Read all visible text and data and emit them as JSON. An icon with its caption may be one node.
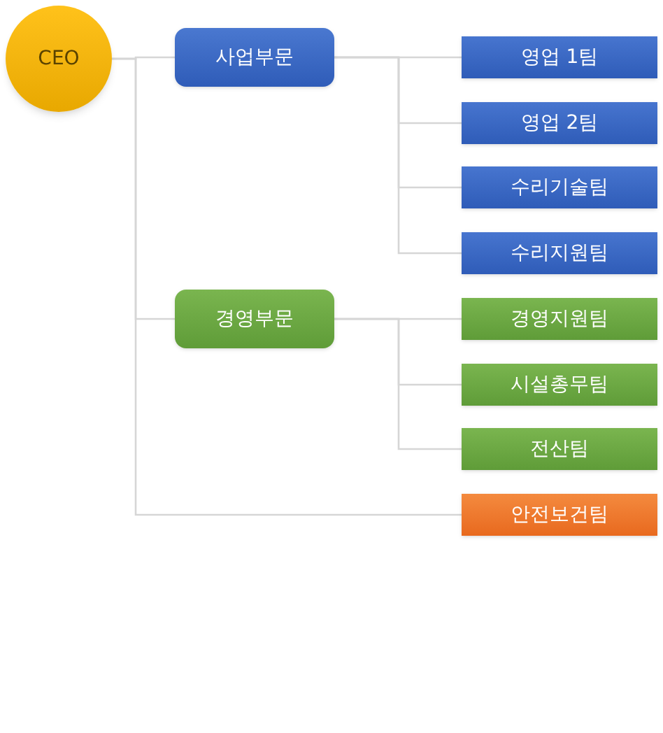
{
  "diagram": {
    "nodes": [
      {
        "text": [
          "CEO"
        ]
      },
      {
        "text": [
          "사업부문"
        ]
      },
      {
        "text": [
          "영업 1팀"
        ]
      },
      {
        "text": [
          "영업 2팀"
        ]
      },
      {
        "text": [
          "수리기술팀"
        ]
      },
      {
        "text": [
          "수리지원팀"
        ]
      },
      {
        "text": [
          "경영부문"
        ]
      },
      {
        "text": [
          "경영지원팀"
        ]
      },
      {
        "text": [
          "시설총무팀"
        ]
      },
      {
        "text": [
          "전산팀"
        ]
      },
      {
        "text": [
          "안전보건팀"
        ]
      }
    ],
    "edges": [
      {
        "from": 0,
        "to": 1,
        "arrow": "none"
      },
      {
        "from": 0,
        "to": 6,
        "arrow": "none"
      },
      {
        "from": 0,
        "to": 10,
        "arrow": "none"
      },
      {
        "from": 1,
        "to": 2,
        "arrow": "none"
      },
      {
        "from": 1,
        "to": 3,
        "arrow": "none"
      },
      {
        "from": 1,
        "to": 4,
        "arrow": "none"
      },
      {
        "from": 1,
        "to": 5,
        "arrow": "none"
      },
      {
        "from": 6,
        "to": 7,
        "arrow": "none"
      },
      {
        "from": 6,
        "to": 8,
        "arrow": "none"
      },
      {
        "from": 6,
        "to": 9,
        "arrow": "none"
      }
    ]
  }
}
